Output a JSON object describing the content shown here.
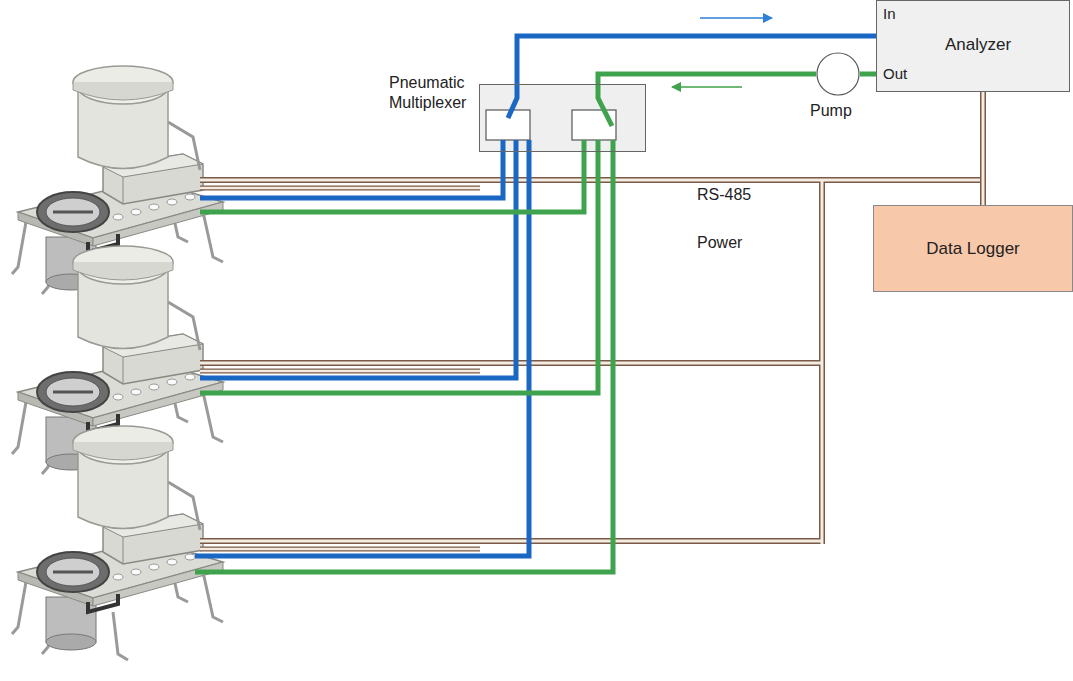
{
  "diagram": {
    "nodes": [
      {
        "text": [
          "Pneumatic Multiplexer"
        ]
      },
      {
        "text": [
          "Pump"
        ]
      },
      {
        "text": [
          "In",
          "Analyzer",
          "Out"
        ]
      },
      {
        "text": [
          "Data Logger"
        ]
      }
    ],
    "edges": [
      {
        "from": 0,
        "to": 2,
        "arrow": "none"
      },
      {
        "from": 2,
        "to": 1,
        "arrow": "none"
      },
      {
        "from": 1,
        "to": 0,
        "arrow": "none"
      },
      {
        "from": 2,
        "to": 3,
        "arrow": "none"
      }
    ],
    "labels": [
      "RS-485 Power"
    ]
  }
}
